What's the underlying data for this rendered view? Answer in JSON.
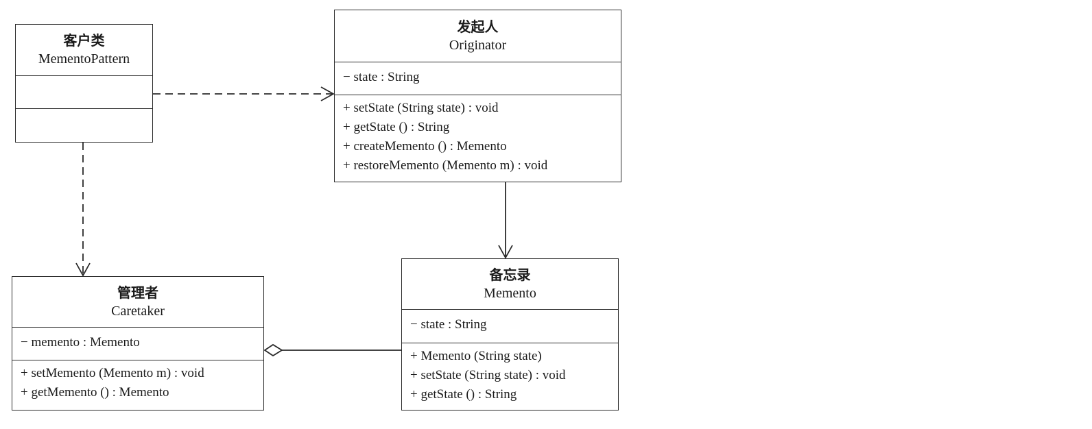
{
  "classes": {
    "client": {
      "cn_name": "客户类",
      "en_name": "MementoPattern",
      "attributes": [],
      "methods": []
    },
    "originator": {
      "cn_name": "发起人",
      "en_name": "Originator",
      "attributes": [
        "− state : String"
      ],
      "methods": [
        "+ setState (String state) : void",
        "+ getState () : String",
        "+ createMemento () : Memento",
        "+ restoreMemento (Memento m) : void"
      ]
    },
    "memento": {
      "cn_name": "备忘录",
      "en_name": "Memento",
      "attributes": [
        "− state : String"
      ],
      "methods": [
        "+ Memento (String state)",
        "+ setState (String state) : void",
        "+ getState () : String"
      ]
    },
    "caretaker": {
      "cn_name": "管理者",
      "en_name": "Caretaker",
      "attributes": [
        "− memento : Memento"
      ],
      "methods": [
        "+ setMemento (Memento m) : void",
        "+ getMemento () : Memento"
      ]
    }
  },
  "relations": [
    {
      "from": "client",
      "to": "originator",
      "kind": "dependency"
    },
    {
      "from": "client",
      "to": "caretaker",
      "kind": "dependency"
    },
    {
      "from": "originator",
      "to": "memento",
      "kind": "association"
    },
    {
      "from": "caretaker",
      "to": "memento",
      "kind": "aggregation"
    }
  ]
}
